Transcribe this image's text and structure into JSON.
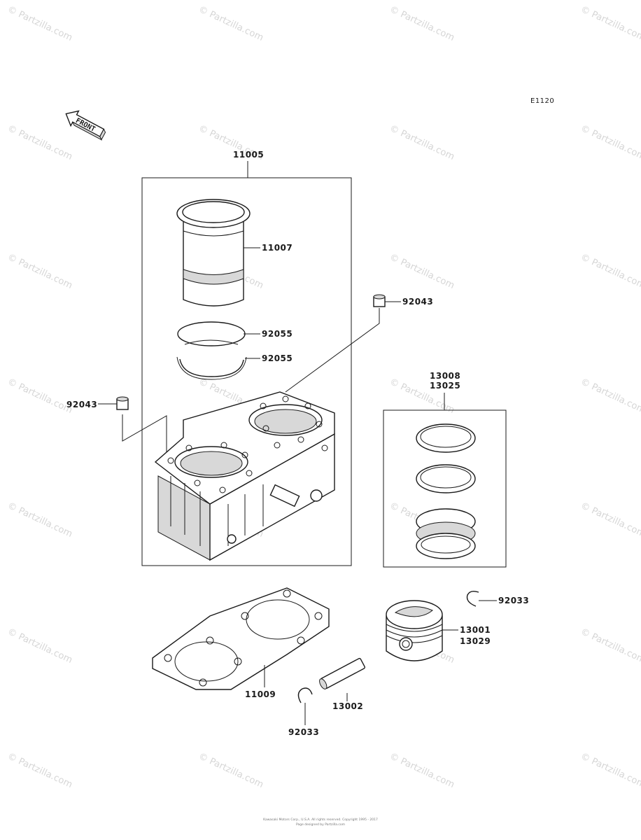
{
  "diagram": {
    "catalog_code": "E1120",
    "front_marker": "FRONT",
    "labels": {
      "cylinder_assy": "11005",
      "cylinder_liner": "11007",
      "o_ring_1": "92055",
      "o_ring_2": "92055",
      "dowel_pin_right": "92043",
      "dowel_pin_left": "92043",
      "ring_set_1": "13008",
      "ring_set_2": "13025",
      "piston_1": "13001",
      "piston_2": "13029",
      "circlip_right": "92033",
      "gasket": "11009",
      "piston_pin": "13002",
      "circlip_bottom": "92033"
    },
    "watermark": "© Partzilla.com",
    "footer_line1": "Kawasaki Motors Corp., U.S.A. All rights reserved. Copyright 1995 - 2017",
    "footer_line2": "Page designed by Partzilla.com"
  }
}
